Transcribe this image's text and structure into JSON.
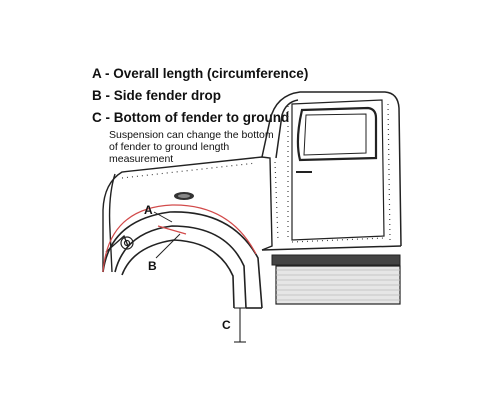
{
  "legend": {
    "a": "A - Overall length (circumference)",
    "b": "B - Side fender drop",
    "c": "C - Bottom of fender to ground",
    "note": "Suspension can change the bottom of fender to ground length measurement"
  },
  "callouts": {
    "a": "A",
    "b": "B",
    "c": "C"
  },
  "colors": {
    "measurement_line": "#d24a4a",
    "outline": "#222222"
  }
}
